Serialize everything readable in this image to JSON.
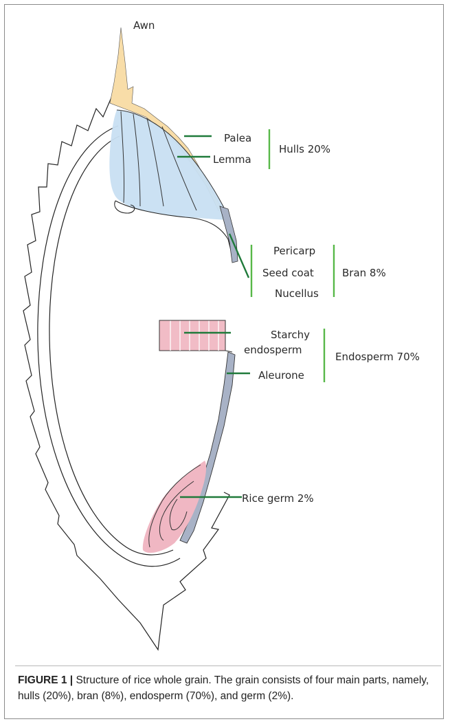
{
  "labels": {
    "awn": "Awn",
    "palea": "Palea",
    "lemma": "Lemma",
    "hulls": "Hulls 20%",
    "pericarp": "Pericarp",
    "seed_coat": "Seed coat",
    "nucellus": "Nucellus",
    "bran": "Bran 8%",
    "starchy_line1": "Starchy",
    "starchy_line2": "endosperm",
    "aleurone": "Aleurone",
    "endosperm": "Endosperm 70%",
    "rice_germ": "Rice germ 2%"
  },
  "caption": {
    "label": "FIGURE 1 |",
    "text": " Structure of rice whole grain. The grain consists of four main parts, namely, hulls (20%), bran (8%), endosperm (70%), and germ (2%)."
  },
  "colors": {
    "hull_fill": "#f8dda8",
    "hull_blue": "#c8dff2",
    "bran_gray": "#a8b2c6",
    "endosperm_pink": "#f1bcc6",
    "germ_pink": "#f0b7c3",
    "leader_green": "#1f7a3a",
    "bracket_green": "#57b848",
    "outline": "#222222"
  }
}
